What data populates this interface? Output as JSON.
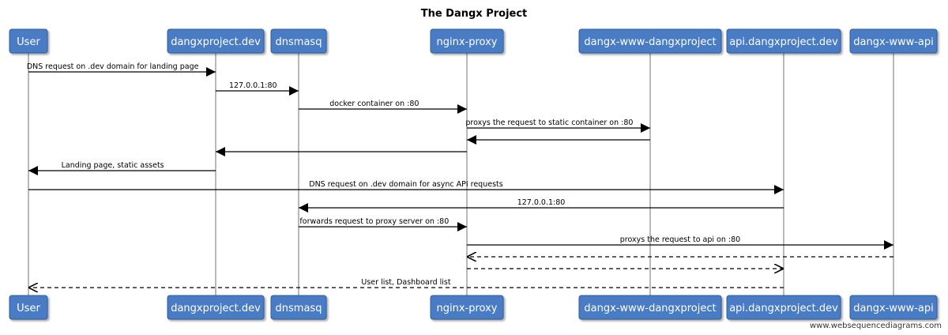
{
  "title": "The Dangx Project",
  "watermark": "www.websequencediagrams.com",
  "colors": {
    "participant_fill": "#4a7cc4",
    "participant_stroke": "#2e5b9e",
    "lifeline": "#8a8a8a",
    "message": "#000000"
  },
  "participants": [
    {
      "id": "user",
      "label": "User"
    },
    {
      "id": "dangxproject-dev",
      "label": "dangxproject.dev"
    },
    {
      "id": "dnsmasq",
      "label": "dnsmasq"
    },
    {
      "id": "nginx-proxy",
      "label": "nginx-proxy"
    },
    {
      "id": "dangx-www-dangxproject",
      "label": "dangx-www-dangxproject"
    },
    {
      "id": "api-dangxproject-dev",
      "label": "api.dangxproject.dev"
    },
    {
      "id": "dangx-www-api",
      "label": "dangx-www-api"
    }
  ],
  "messages": [
    {
      "from": "user",
      "to": "dangxproject-dev",
      "label": "DNS request on .dev domain for landing page",
      "style": "solid"
    },
    {
      "from": "dangxproject-dev",
      "to": "dnsmasq",
      "label": "127.0.0.1:80",
      "style": "solid"
    },
    {
      "from": "dnsmasq",
      "to": "nginx-proxy",
      "label": "docker container on :80",
      "style": "solid"
    },
    {
      "from": "nginx-proxy",
      "to": "dangx-www-dangxproject",
      "label": "proxys the request to static container on :80",
      "style": "solid"
    },
    {
      "from": "dangx-www-dangxproject",
      "to": "nginx-proxy",
      "label": "",
      "style": "solid"
    },
    {
      "from": "nginx-proxy",
      "to": "dangxproject-dev",
      "label": "",
      "style": "solid"
    },
    {
      "from": "dangxproject-dev",
      "to": "user",
      "label": "Landing page, static assets",
      "style": "solid"
    },
    {
      "from": "user",
      "to": "api-dangxproject-dev",
      "label": "DNS request on .dev domain for async API requests",
      "style": "solid"
    },
    {
      "from": "api-dangxproject-dev",
      "to": "dnsmasq",
      "label": "127.0.0.1:80",
      "style": "solid"
    },
    {
      "from": "dnsmasq",
      "to": "nginx-proxy",
      "label": "forwards request to proxy server on :80",
      "style": "solid"
    },
    {
      "from": "nginx-proxy",
      "to": "dangx-www-api",
      "label": "proxys the request to api on :80",
      "style": "solid"
    },
    {
      "from": "dangx-www-api",
      "to": "nginx-proxy",
      "label": "",
      "style": "dashed"
    },
    {
      "from": "nginx-proxy",
      "to": "api-dangxproject-dev",
      "label": "",
      "style": "dashed"
    },
    {
      "from": "api-dangxproject-dev",
      "to": "user",
      "label": "User list, Dashboard list",
      "style": "dashed"
    }
  ]
}
